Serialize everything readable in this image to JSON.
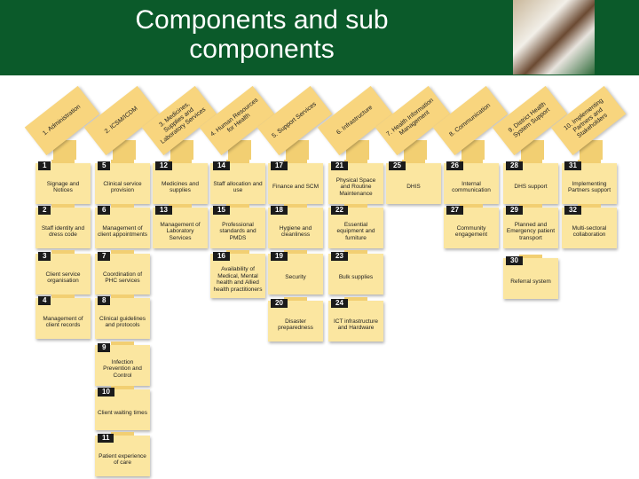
{
  "title": "Components and sub components",
  "colors": {
    "title_bar": "#0b5a2a",
    "header_card": "#f8d57e",
    "sub_card": "#fbe6a0",
    "number_tag": "#1b1b1b"
  },
  "components": [
    {
      "label": "1. Administration",
      "subs": [
        {
          "num": "1",
          "label": "Signage and Notices"
        },
        {
          "num": "2",
          "label": "Staff identity and dress code"
        },
        {
          "num": "3",
          "label": "Client service organisation"
        },
        {
          "num": "4",
          "label": "Management of client records"
        }
      ]
    },
    {
      "label": "2. ICSM/ICDM",
      "subs": [
        {
          "num": "5",
          "label": "Clinical service provision"
        },
        {
          "num": "6",
          "label": "Management of client appointments"
        },
        {
          "num": "7",
          "label": "Coordination of PHC services"
        },
        {
          "num": "8",
          "label": "Clinical guidelines and protocols"
        },
        {
          "num": "9",
          "label": "Infection Prevention and Control"
        },
        {
          "num": "10",
          "label": "Client waiting times"
        },
        {
          "num": "11",
          "label": "Patient experience of care"
        }
      ]
    },
    {
      "label": "3. Medicines, Supplies and Laboratory Services",
      "subs": [
        {
          "num": "12",
          "label": "Medicines and supplies"
        },
        {
          "num": "13",
          "label": "Management of Laboratory Services"
        }
      ]
    },
    {
      "label": "4. Human Resources for Health",
      "subs": [
        {
          "num": "14",
          "label": "Staff allocation and use"
        },
        {
          "num": "15",
          "label": "Professional standards and PMDS"
        },
        {
          "num": "16",
          "label": "Availability of Medical, Mental health and Allied health practitioners"
        }
      ]
    },
    {
      "label": "5. Support Services",
      "subs": [
        {
          "num": "17",
          "label": "Finance and SCM"
        },
        {
          "num": "18",
          "label": "Hygiene and cleanliness"
        },
        {
          "num": "19",
          "label": "Security"
        },
        {
          "num": "20",
          "label": "Disaster preparedness"
        }
      ]
    },
    {
      "label": "6. Infrastructure",
      "subs": [
        {
          "num": "21",
          "label": "Physical Space and Routine Maintenance"
        },
        {
          "num": "22",
          "label": "Essential equipment and furniture"
        },
        {
          "num": "23",
          "label": "Bulk supplies"
        },
        {
          "num": "24",
          "label": "ICT infrastructure and Hardware"
        }
      ]
    },
    {
      "label": "7. Health Information Management",
      "subs": [
        {
          "num": "25",
          "label": "DHIS"
        }
      ]
    },
    {
      "label": "8. Communication",
      "subs": [
        {
          "num": "26",
          "label": "Internal communication"
        },
        {
          "num": "27",
          "label": "Community engagement"
        }
      ]
    },
    {
      "label": "9. District Health System Support",
      "subs": [
        {
          "num": "28",
          "label": "DHS support"
        },
        {
          "num": "29",
          "label": "Planned and Emergency patient transport"
        },
        {
          "num": "30",
          "label": "Referral system"
        }
      ]
    },
    {
      "label": "10. Implementing Partners and Stakeholders",
      "subs": [
        {
          "num": "31",
          "label": "Implementing Partners support"
        },
        {
          "num": "32",
          "label": "Multi-sectoral collaboration"
        }
      ]
    }
  ]
}
